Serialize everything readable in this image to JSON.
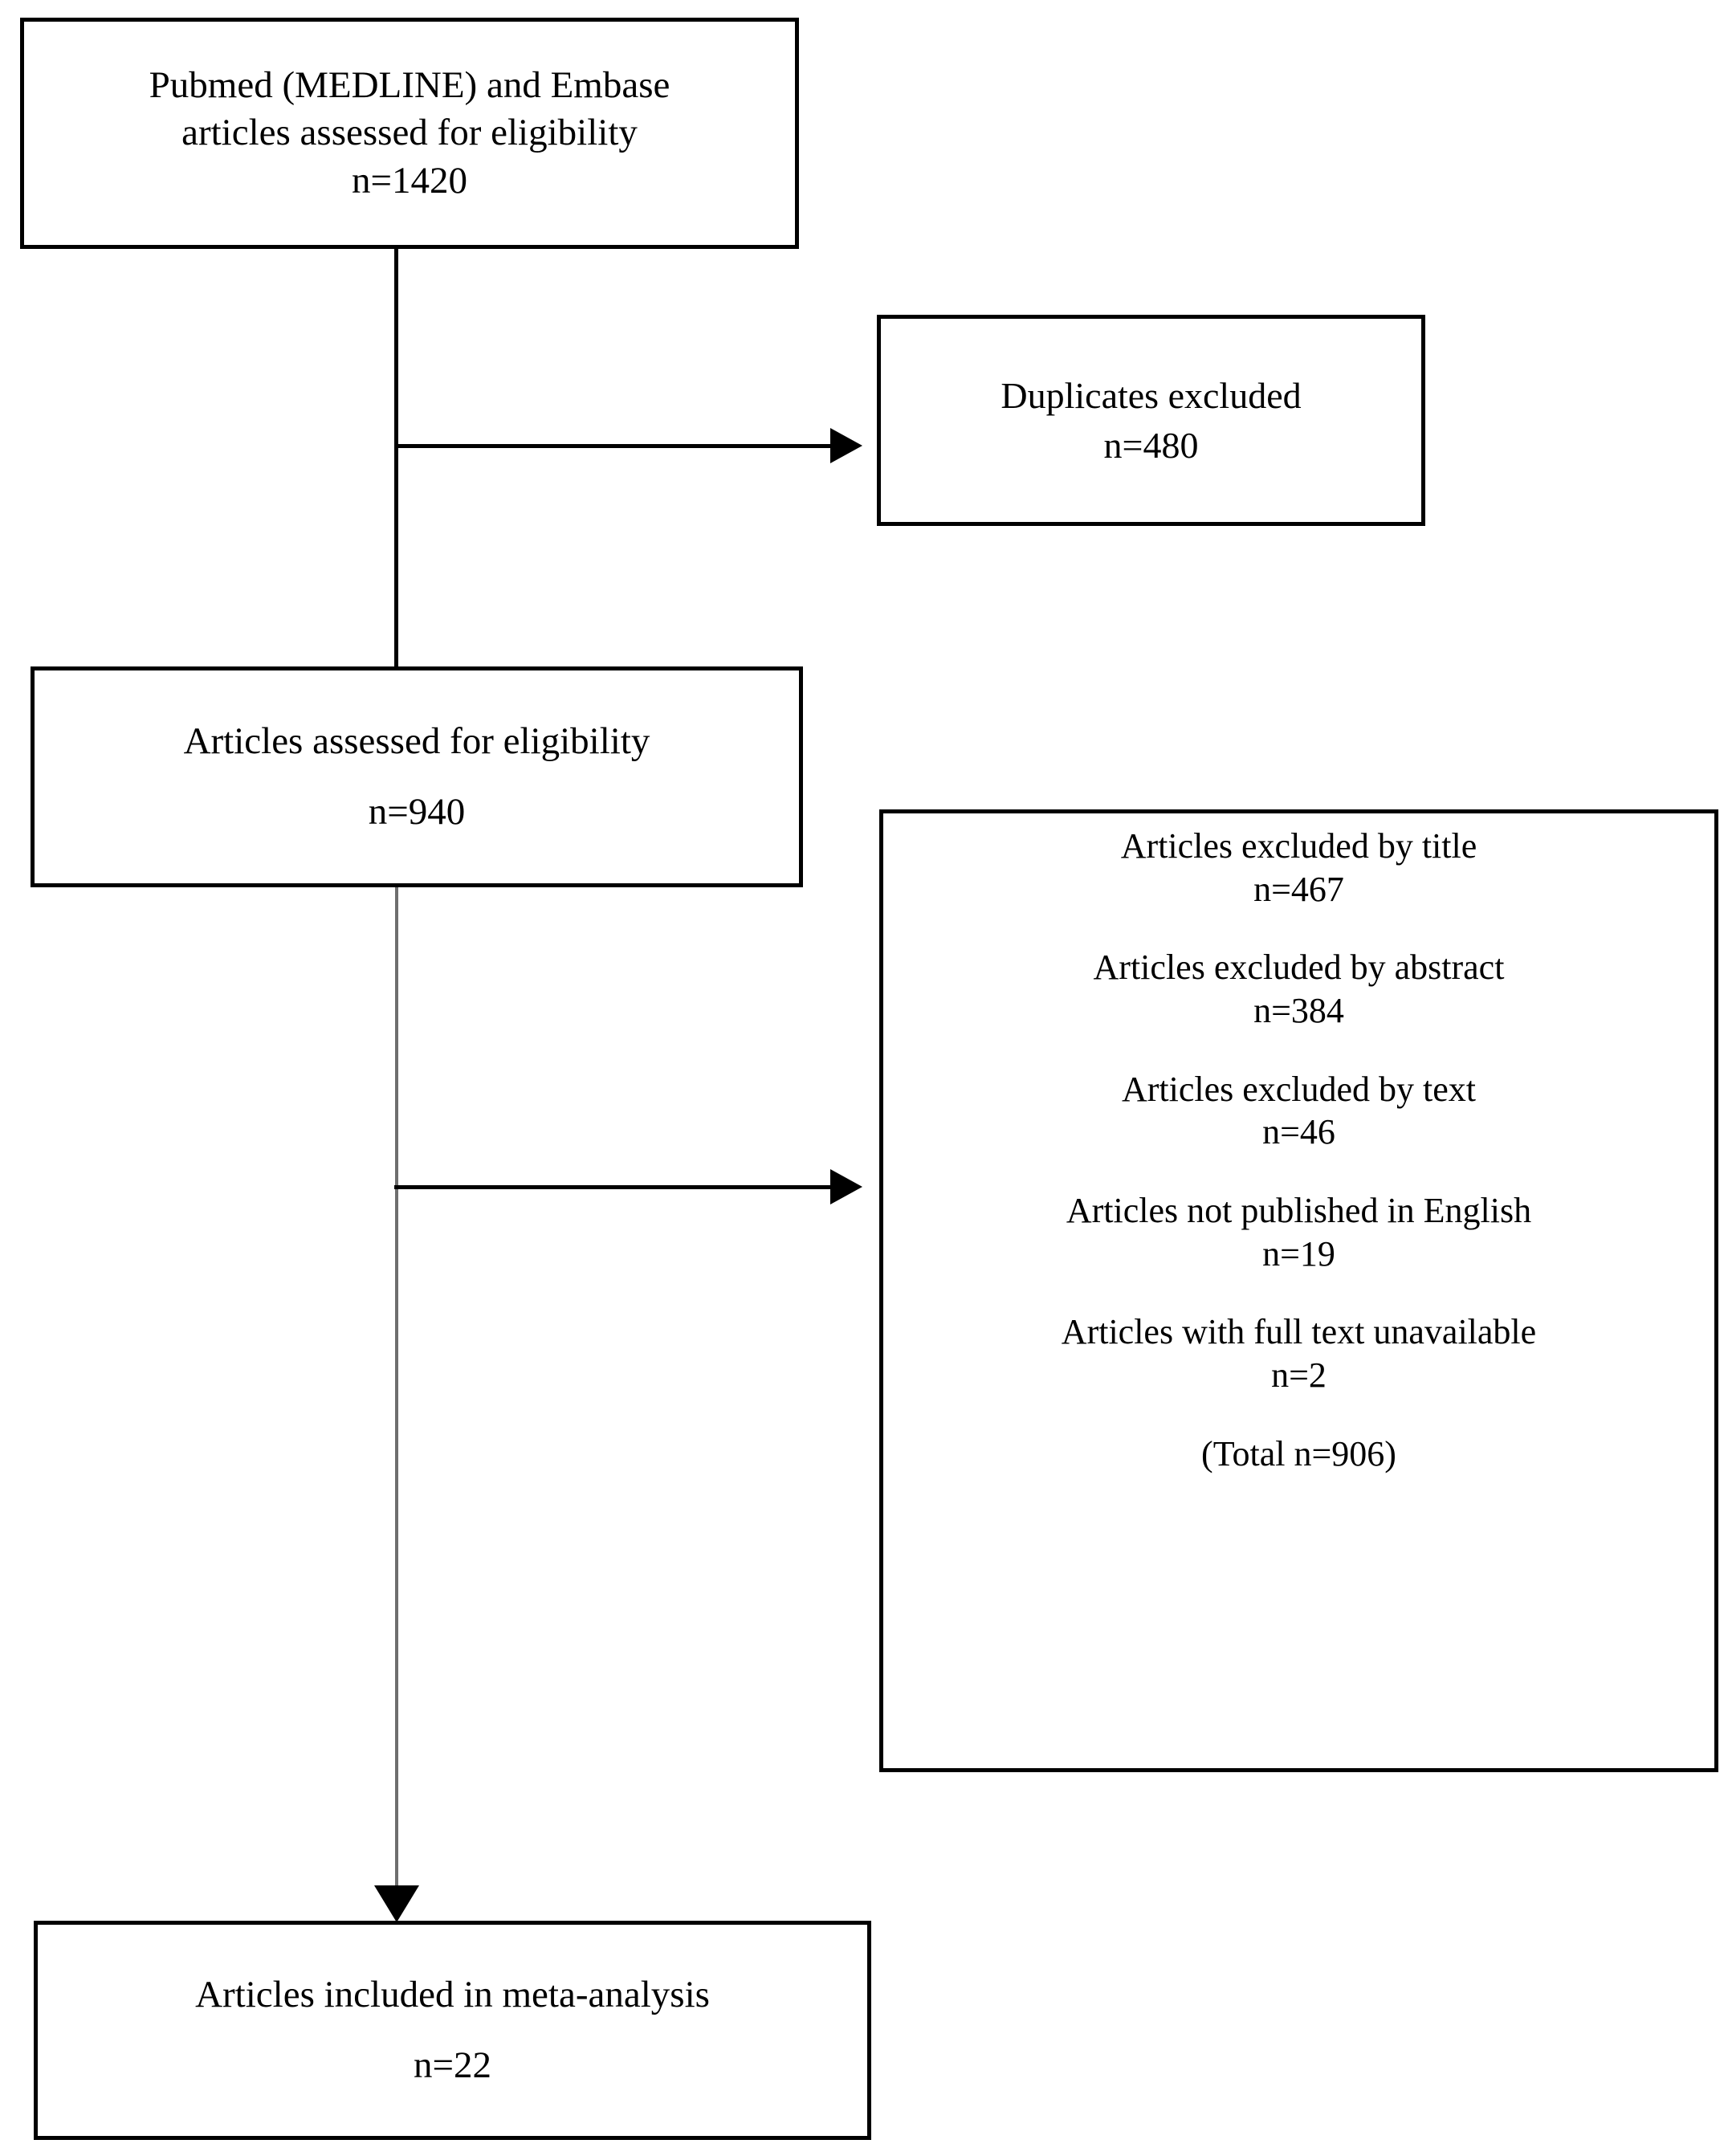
{
  "diagram": {
    "type": "prisma-flow-diagram",
    "nodes": {
      "source": {
        "line1": "Pubmed (MEDLINE) and Embase",
        "line2": "articles assessed for eligibility",
        "count": "n=1420"
      },
      "duplicates": {
        "label": "Duplicates excluded",
        "count": "n=480"
      },
      "assessed": {
        "label": "Articles assessed for eligibility",
        "count": "n=940"
      },
      "excluded": {
        "groups": [
          {
            "label": "Articles excluded by title",
            "count": "n=467"
          },
          {
            "label": "Articles excluded by abstract",
            "count": "n=384"
          },
          {
            "label": "Articles excluded by text",
            "count": "n=46"
          },
          {
            "label": "Articles not published in English",
            "count": "n=19"
          },
          {
            "label": "Articles with full text unavailable",
            "count": "n=2"
          }
        ],
        "total": "(Total n=906)"
      },
      "included": {
        "label": "Articles included in meta-analysis",
        "count": "n=22"
      }
    },
    "colors": {
      "box_border": "#000000",
      "connector_primary": "#000000",
      "connector_secondary": "#6e6e6e",
      "background": "#ffffff"
    }
  }
}
